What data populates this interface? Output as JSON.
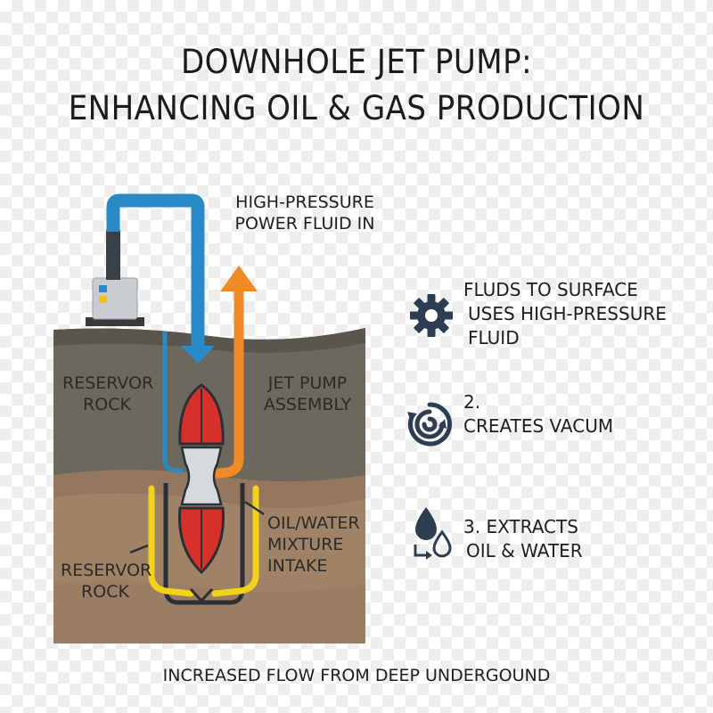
{
  "title": {
    "line1": "DOWNHOLE JET PUMP:",
    "line2": "ENHANCING OIL & GAS PRODUCTION"
  },
  "labels": {
    "power_fluid": [
      "HIGH-PRESSURE",
      "POWER FLUID IN"
    ],
    "reservoir_rock_upper": [
      "RESERVOR",
      "ROCK"
    ],
    "jet_pump_assembly": [
      "JET PUMP",
      "ASSEMBLY"
    ],
    "oil_water_intake": [
      "OIL/WATER",
      "MIXTURE",
      "INTAKE"
    ],
    "reservoir_rock_lower": [
      "RESERVOR",
      "ROCK"
    ]
  },
  "steps": [
    {
      "icon": "gear-icon",
      "lines": [
        "FLUDS TO SURFACE",
        "USES HIGH-PRESSURE",
        "FLUID"
      ]
    },
    {
      "icon": "swirl-icon",
      "lines": [
        "2.",
        "CREATES VACUM"
      ]
    },
    {
      "icon": "droplets-icon",
      "lines": [
        "3. EXTRACTS",
        "OIL & WATER"
      ]
    }
  ],
  "footer": "INCREASED FLOW FROM DEEP UNDERGOUND",
  "colors": {
    "power_fluid_pipe": "#2a8ac8",
    "return_arrow": "#f08a26",
    "pump_body": "#d6302a",
    "intake_arms": "#f2d21a",
    "ground_upper": "#6e6a60",
    "ground_lower": "#a08367",
    "icon_dark": "#2e3e52"
  }
}
